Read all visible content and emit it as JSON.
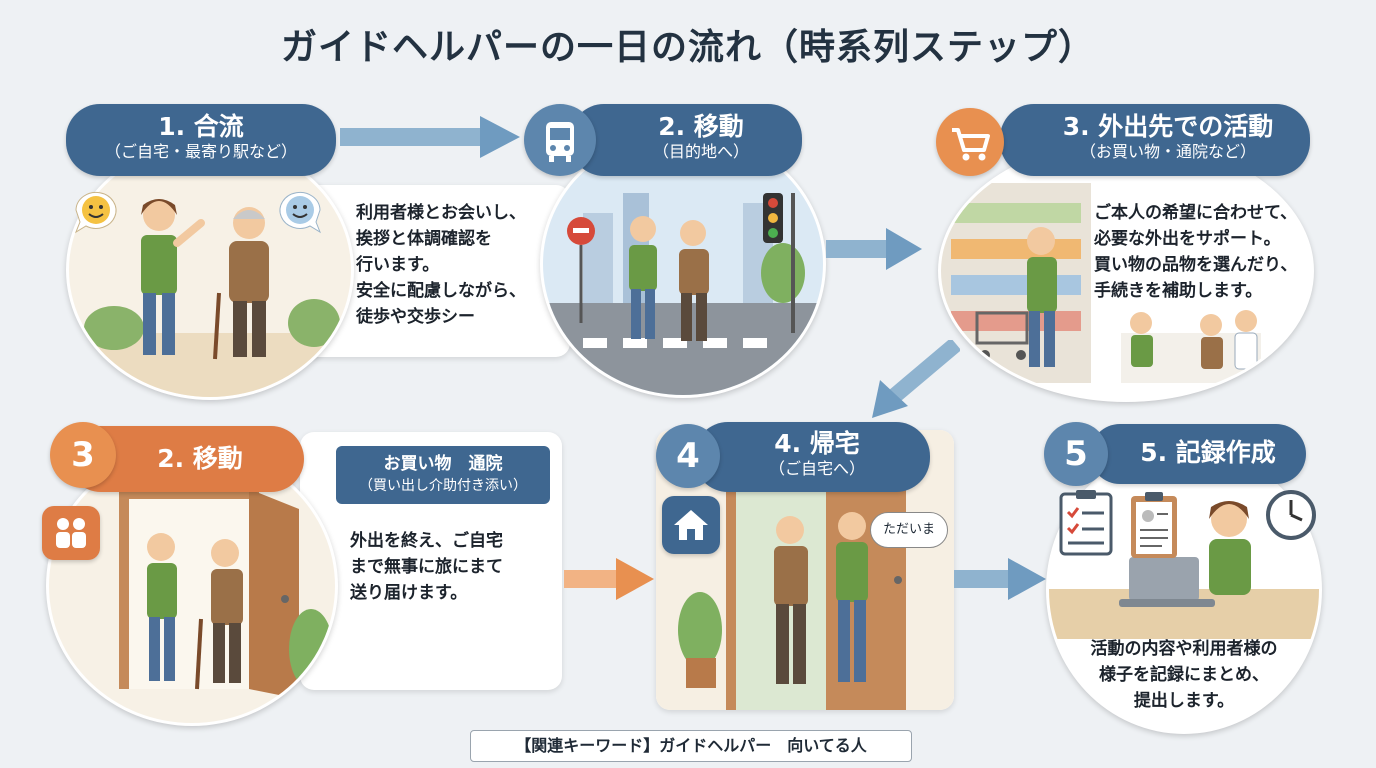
{
  "title": "ガイドヘルパーの一日の流れ（時系列ステップ）",
  "steps": [
    {
      "heading": "1. 合流",
      "sub": "（ご自宅・最寄り駅など）",
      "body": "利用者様とお会いし、\n挨拶と体調確認を\n行います。\n安全に配慮しながら、\n徒歩や交歩シー"
    },
    {
      "heading": "2. 移動",
      "sub": "（目的地へ）"
    },
    {
      "heading": "3. 外出先での活動",
      "sub": "（お買い物・通院など）",
      "body": "ご本人の希望に合わせて、\n必要な外出をサポート。\n買い物の品物を選んだり、\n手続きを補助します。"
    },
    {
      "badge": "3",
      "heading": "2. 移動",
      "tag_title": "お買い物　通院",
      "tag_sub": "（買い出し介助付き添い）",
      "body": "外出を終え、ご自宅\nまで無事に旅にまて\n送り届けます。"
    },
    {
      "badge": "4",
      "heading": "4. 帰宅",
      "sub": "（ご自宅へ）",
      "speech": "ただいま"
    },
    {
      "badge": "5",
      "heading": "5. 記録作成",
      "body": "活動の内容や利用者様の\n様子を記録にまとめ、\n提出します。"
    }
  ],
  "footer": "【関連キーワード】ガイドヘルパー　向いてる人",
  "colors": {
    "blue": "#3f6790",
    "orange": "#de7c45",
    "green_vest": "#6a9a45",
    "badge_blue": "#5d86ad"
  },
  "icons": [
    "bus-icon",
    "cart-icon",
    "people-icon",
    "home-icon",
    "clock-icon",
    "clipboard-icon",
    "smile-icon"
  ]
}
